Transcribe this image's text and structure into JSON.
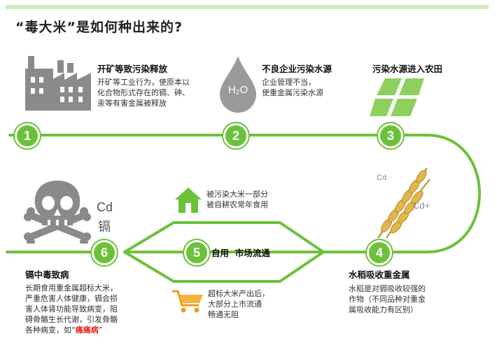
{
  "title": "“毒大米”是如何种出来的?",
  "steps": [
    {
      "num": "1",
      "heading": "开矿等致污染释放",
      "body": "开矿等工业行为，使原本以\n化合物形式存在的镉、砷、\n汞等有害金属被释放"
    },
    {
      "num": "2",
      "heading": "不良企业污染水源",
      "body": "企业管理不当，\n使重金属污染水源",
      "drop_label": "H₂O"
    },
    {
      "num": "3",
      "heading": "污染水源进入农田"
    },
    {
      "num": "4",
      "heading": "水稻吸收重金属",
      "body": "水稻是对镉吸收较强的\n作物（不同品种对重金\n属吸收能力有区别）",
      "labels": [
        "Cd",
        "Cd+"
      ]
    },
    {
      "num": "5",
      "heading": "自用  市场流通",
      "upper": "被污染大米一部分\n被自耕农常年食用",
      "lower": "超标大米产出后，\n大部分上市流通\n畅通无阻"
    },
    {
      "num": "6",
      "heading": "镉中毒致病",
      "cd_symbol": "Cd",
      "cd_name": "镉",
      "body_prefix": "长期食用重金属超标大米，\n严重危害人体健康，镉会损\n害人体肾功能导致病变，阻\n碍骨骼生长代谢，引发骨骼\n各种病变，如“",
      "body_highlight": "痛痛病",
      "body_suffix": "”"
    }
  ],
  "colors": {
    "accent": "#6cc13a",
    "icon_gray": "#8a8a8a",
    "highlight": "#e0281d"
  }
}
